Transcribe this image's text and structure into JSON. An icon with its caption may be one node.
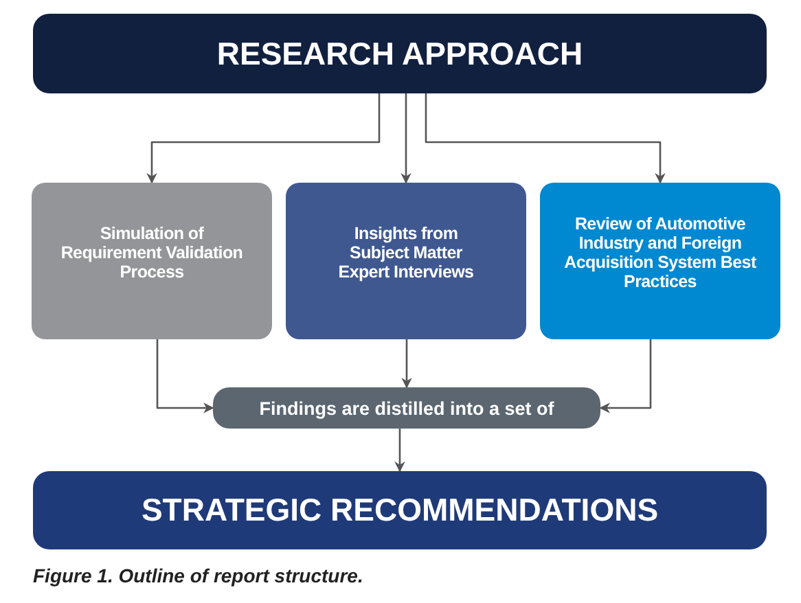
{
  "diagram": {
    "caption": "Figure 1. Outline of report structure.",
    "nodes": [
      {
        "text": [
          "RESEARCH APPROACH"
        ]
      },
      {
        "text": [
          "Simulation of Requirement Validation Process"
        ]
      },
      {
        "text": [
          "Insights from Subject Matter Expert Interviews"
        ]
      },
      {
        "text": [
          "Review of Automotive Industry and Foreign Acquisition System Best Practices"
        ]
      },
      {
        "text": [
          "Findings are distilled into a set of"
        ]
      },
      {
        "text": [
          "STRATEGIC RECOMMENDATIONS"
        ]
      }
    ],
    "edges": [
      {
        "from": 0,
        "to": 1,
        "arrow": "to"
      },
      {
        "from": 0,
        "to": 2,
        "arrow": "to"
      },
      {
        "from": 0,
        "to": 3,
        "arrow": "to"
      },
      {
        "from": 1,
        "to": 4,
        "arrow": "to"
      },
      {
        "from": 2,
        "to": 4,
        "arrow": "to"
      },
      {
        "from": 3,
        "to": 4,
        "arrow": "to"
      },
      {
        "from": 4,
        "to": 5,
        "arrow": "to"
      }
    ]
  }
}
